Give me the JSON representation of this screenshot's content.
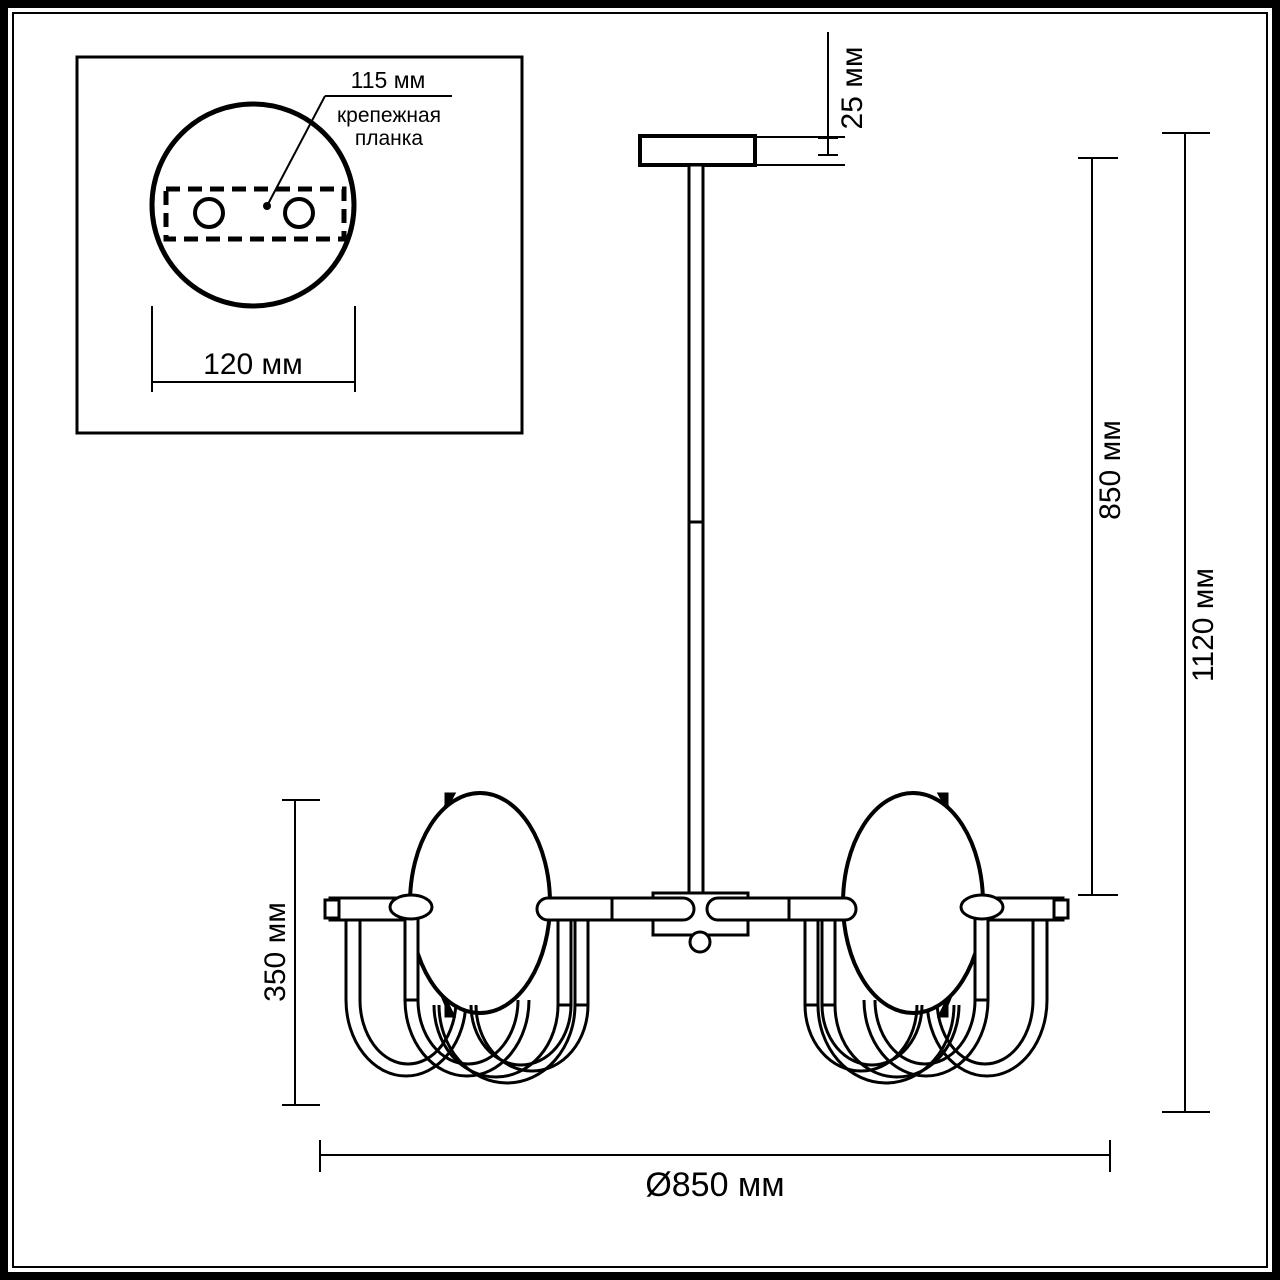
{
  "drawing": {
    "title": "Chandelier technical dimension drawing",
    "units": "mm",
    "line_color": "#000000",
    "fill_color": "#ffffff",
    "background": "#ffffff"
  },
  "frame": {
    "outer_border_name": "outer-frame",
    "inner_border_name": "inner-frame"
  },
  "inset": {
    "name": "ceiling-mount-detail",
    "label_115": "115 мм",
    "note_line1": "крепежная",
    "note_line2": "планка",
    "label_120": "120 мм"
  },
  "dimensions": {
    "height_canopy": "25 мм",
    "height_drop": "850 мм",
    "height_total": "1120 мм",
    "height_fixture": "350 мм",
    "width_overall": "Ø850 мм"
  },
  "chart_data": {
    "type": "table",
    "title": "Chandelier dimensions",
    "categories": [
      "canopy height",
      "drop height",
      "total height",
      "fixture height",
      "overall diameter"
    ],
    "values": [
      25,
      850,
      1120,
      350,
      850
    ],
    "labels": [
      "25 мм",
      "850 мм",
      "1120 мм",
      "350 мм",
      "Ø850 мм"
    ],
    "detail_categories": [
      "mounting bracket length",
      "canopy diameter"
    ],
    "detail_values": [
      115,
      120
    ],
    "detail_labels": [
      "115 мм",
      "120 мм"
    ],
    "ylabel": "мм",
    "xlabel": ""
  }
}
